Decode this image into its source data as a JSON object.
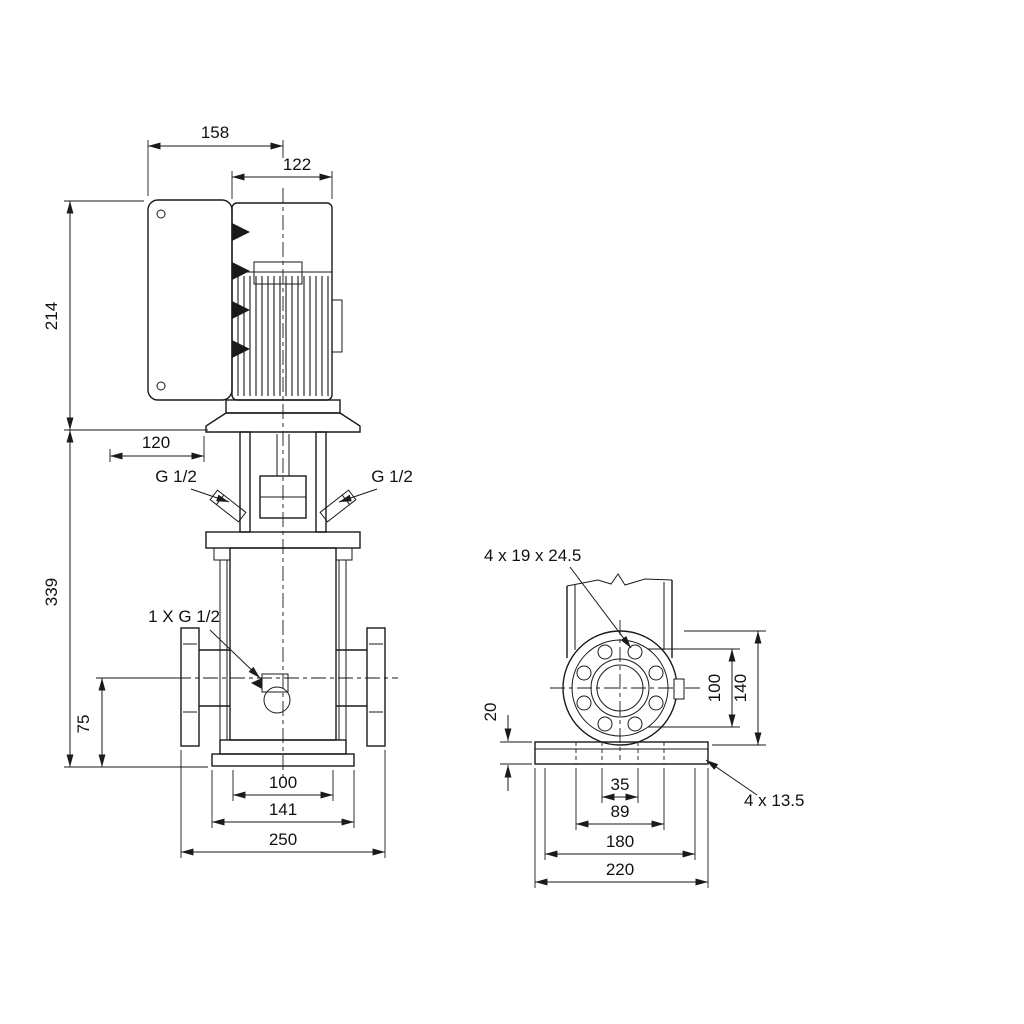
{
  "front": {
    "d158": "158",
    "d122": "122",
    "d214": "214",
    "d120": "120",
    "d339": "339",
    "d75": "75",
    "d100": "100",
    "d141": "141",
    "d250": "250",
    "gauge_left": "G 1/2",
    "gauge_right": "G 1/2",
    "drain": "1 X G 1/2"
  },
  "side": {
    "d20": "20",
    "d100": "100",
    "d140": "140",
    "d35": "35",
    "d89": "89",
    "d180": "180",
    "d220": "220",
    "flange_holes": "4 x 19   x 24.5",
    "base_holes": "4 x 13.5"
  },
  "colors": {
    "line": "#1a1a1a",
    "background": "#ffffff"
  }
}
